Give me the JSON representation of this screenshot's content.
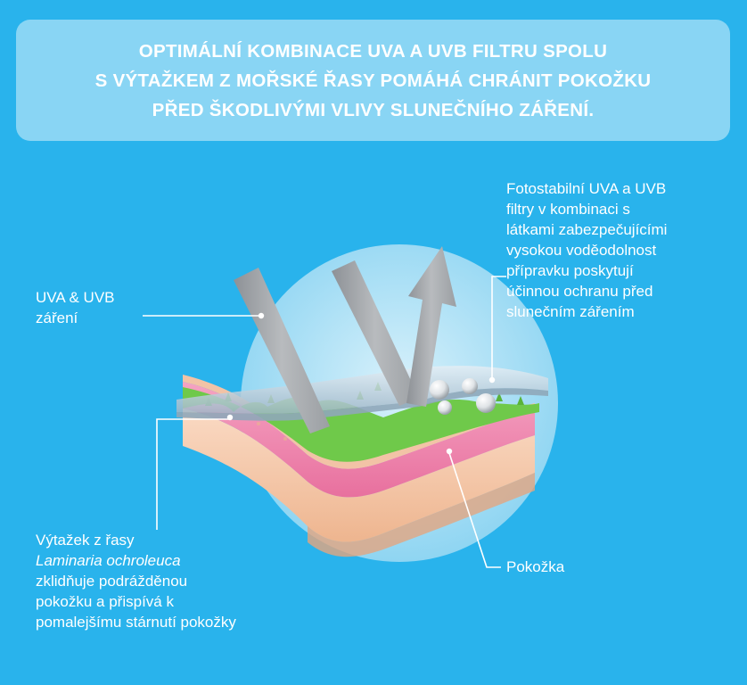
{
  "banner": {
    "lines": [
      "OPTIMÁLNÍ KOMBINACE UVA A UVB FILTRU SPOLU",
      "S VÝTAŽKEM Z MOŘSKÉ ŘASY POMÁHÁ CHRÁNIT POKOŽKU",
      "PŘED ŠKODLIVÝMI VLIVY SLUNEČNÍHO ZÁŘENÍ."
    ]
  },
  "labels": {
    "uv": [
      "UVA & UVB",
      "záření"
    ],
    "filters": [
      "Fotostabilní UVA a UVB",
      "filtry v kombinaci s",
      "látkami zabezpečujícími",
      "vysokou voděodolnost",
      "přípravku poskytují",
      "účinnou ochranu  před",
      "slunečním zářením"
    ],
    "extract": {
      "line1": "Výtažek z řasy",
      "species": "Laminaria ochroleuca",
      "rest": [
        "zklidňuje podrážděnou",
        "pokožku a přispívá k",
        "pomalejšímu stárnutí pokožky"
      ]
    },
    "skin": "Pokožka"
  },
  "colors": {
    "background": "#29b3ec",
    "circle": "#a9dff4",
    "arrow": "#a7aaae",
    "film": "#b9cbd8",
    "algae": "#6fc94a",
    "skin_pink": "#ef87ad",
    "skin_peach": "#f6c9aa"
  }
}
